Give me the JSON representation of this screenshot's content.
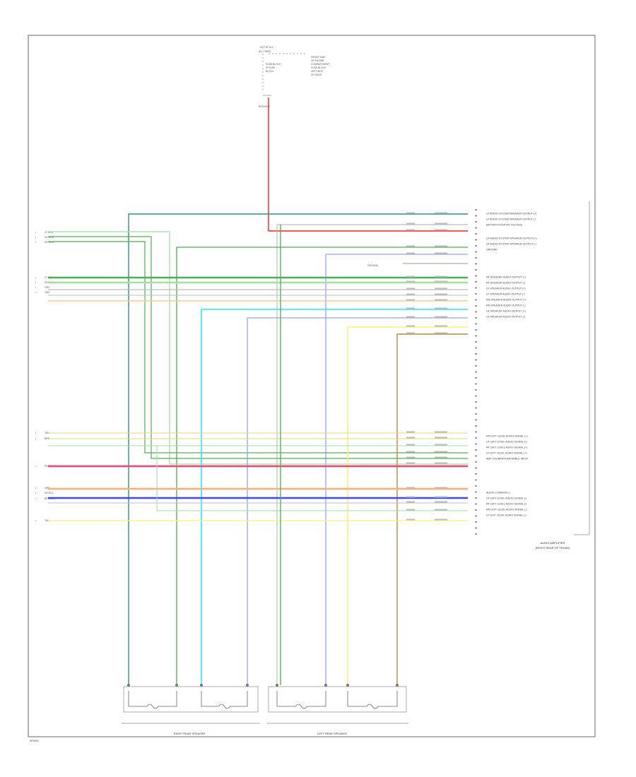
{
  "diagram": {
    "top_block": {
      "lines": [
        "HOT AT ALL",
        "ALL TIMES",
        "FUSE BLOCK",
        "IP FUSE",
        "BLOCK"
      ],
      "notes": [
        "FRONT SIDE",
        "OF ENGINE",
        "COMPARTMENT",
        "FUSE BLOCK",
        "LEFT SIDE",
        "OF DASH"
      ],
      "wire_tag": "RED/WHT"
    },
    "module": {
      "title_line1": "AUDIO AMPLIFIER",
      "title_line2": "(RIGHT REAR OF TRUNK)",
      "pins_upper": [
        "LF AUDIO SYSTEM SPEAKER OUTPUT (+)",
        "LF AUDIO SYSTEM SPEAKER OUTPUT (-)",
        "BATTERY POSITIVE VOLTAGE",
        "",
        "LR AUDIO SYSTEM SPEAKER OUTPUT (+)",
        "LR AUDIO SYSTEM SPEAKER OUTPUT (-)",
        "GROUND",
        "",
        "RF SPEAKER AUDIO OUTPUT (+)",
        "RF SPEAKER AUDIO OUTPUT (-)",
        "LF SPEAKER AUDIO OUTPUT (+)",
        "LF SPEAKER AUDIO OUTPUT (-)",
        "RR SPEAKER AUDIO OUTPUT (+)",
        "RR SPEAKER AUDIO OUTPUT (-)",
        "LR SPEAKER AUDIO OUTPUT (+)",
        "LR SPEAKER AUDIO OUTPUT (-)"
      ],
      "pins_lower": [
        "RR LEFT LEVEL AUDIO SIGNAL (+)",
        "LR LEFT LEVEL AUDIO SIGNAL (+)",
        "RF LEFT LEVEL AUDIO SIGNAL (+)",
        "LF LEFT LEVEL AUDIO SIGNAL (+)",
        "AMP CALIBRATION/ENABLE INPUT",
        "",
        "AUDIO COMMON (-)",
        "LR LEFT LEVEL AUDIO SIGNAL (-)",
        "RF LEFT LEVEL AUDIO SIGNAL (-)",
        "RR LEFT LEVEL AUDIO SIGNAL (-)",
        "LF LEFT LEVEL AUDIO SIGNAL (-)"
      ]
    },
    "left_tags": [
      "LT GRN",
      "DK GRN",
      "DK GRN",
      "LT GRN",
      "DK GRN",
      "GRY",
      "TAN",
      "TAN",
      "BRN",
      "PNK",
      "ORN",
      "DK BLU",
      "BRN/WHT",
      "TAN"
    ],
    "ground_label": "GROUND",
    "speakers": [
      {
        "caption": "RIGHT REAR SPEAKER"
      },
      {
        "caption": "LEFT REAR SPEAKER"
      }
    ],
    "corner_code": "WD0000"
  },
  "colors": {
    "frame": "#6a6a6a",
    "dark_green": "#4caf50",
    "light_green": "#9ee29e",
    "teal": "#2f8f84",
    "red": "#ff1f1f",
    "pink": "#ff3f72",
    "orange": "#ffb070",
    "tan": "#f0cf8a",
    "gray": "#bdbdbd",
    "cyan": "#29e6ff",
    "blue": "#3949ff",
    "light_blue": "#8ea7ff",
    "yellow": "#ffef7a",
    "dark_tan": "#b98a3a"
  }
}
